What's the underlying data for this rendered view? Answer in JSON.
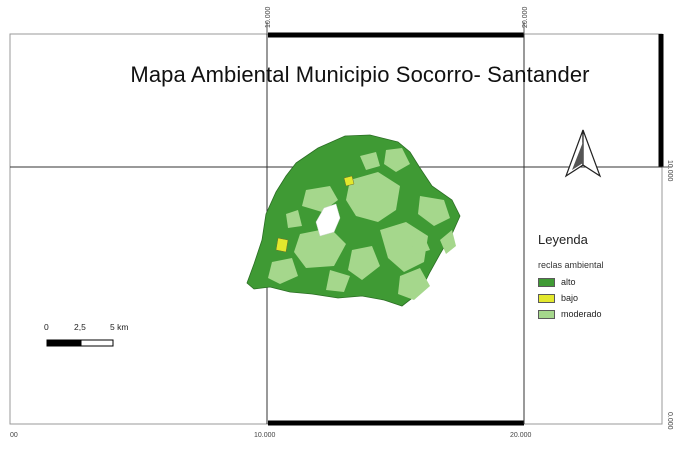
{
  "map": {
    "title": "Mapa Ambiental Municipio Socorro- Santander",
    "grid_labels": {
      "top_1": "10.000",
      "top_2": "20.000",
      "bottom_left": "00",
      "bottom_1": "10.000",
      "bottom_2": "20.000",
      "right_1": "10.000",
      "right_2": "0.000"
    },
    "legend": {
      "heading": "Leyenda",
      "subtitle": "reclas ambiental",
      "items": [
        {
          "label": "alto",
          "color": "#3f9a34"
        },
        {
          "label": "bajo",
          "color": "#e3e82d"
        },
        {
          "label": "moderado",
          "color": "#a5d78c"
        }
      ]
    },
    "scalebar": {
      "labels": [
        "0",
        "2,5",
        "5 km"
      ]
    },
    "colors": {
      "frame": "#000000",
      "gridline": "#333333",
      "alto": "#3f9a34",
      "moderado": "#a5d78c",
      "bajo": "#e3e82d"
    },
    "north_arrow": "north-arrow-icon"
  }
}
